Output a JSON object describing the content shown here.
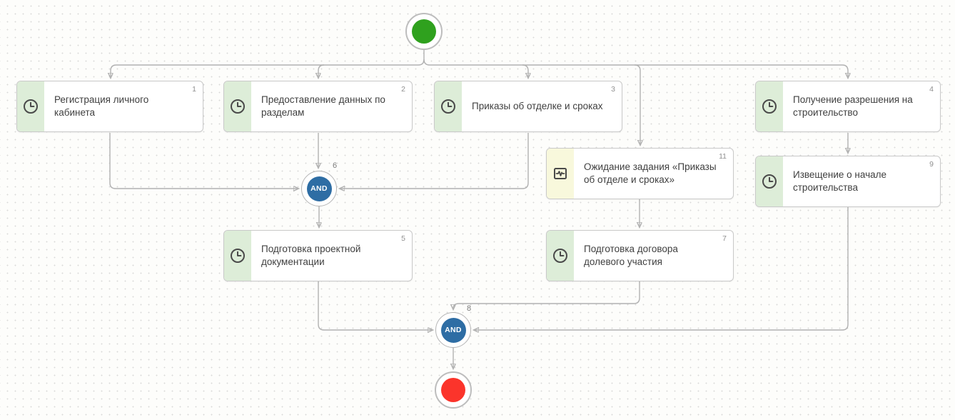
{
  "tasks": [
    {
      "number": "1",
      "label": "Регистрация личного кабинета",
      "icon": "clock-icon",
      "strip_color": "green"
    },
    {
      "number": "2",
      "label": "Предоставление данных по разделам",
      "icon": "clock-icon",
      "strip_color": "green"
    },
    {
      "number": "3",
      "label": "Приказы об отделке и сроках",
      "icon": "clock-icon",
      "strip_color": "green"
    },
    {
      "number": "4",
      "label": "Получение разрешения на строительство",
      "icon": "clock-icon",
      "strip_color": "green"
    },
    {
      "number": "11",
      "label": "Ожидание задания «Приказы об отделе и сроках»",
      "icon": "pulse-icon",
      "strip_color": "yellow"
    },
    {
      "number": "9",
      "label": "Извещение о начале строительства",
      "icon": "clock-icon",
      "strip_color": "green"
    },
    {
      "number": "5",
      "label": "Подготовка проектной документации",
      "icon": "clock-icon",
      "strip_color": "green"
    },
    {
      "number": "7",
      "label": "Подготовка договора долевого участия",
      "icon": "clock-icon",
      "strip_color": "green"
    }
  ],
  "gateways": [
    {
      "number": "6",
      "label": "AND"
    },
    {
      "number": "8",
      "label": "AND"
    }
  ],
  "events": {
    "start": {
      "type": "start"
    },
    "end": {
      "type": "end"
    }
  },
  "colors": {
    "start_event": "#2fa11e",
    "end_event": "#fb342b",
    "gateway": "#2e6da4",
    "task_strip_green": "#ddedd8",
    "task_strip_yellow": "#f8f8dc",
    "connector": "#b1b1b1",
    "canvas_bg": "#fdfdfb"
  }
}
